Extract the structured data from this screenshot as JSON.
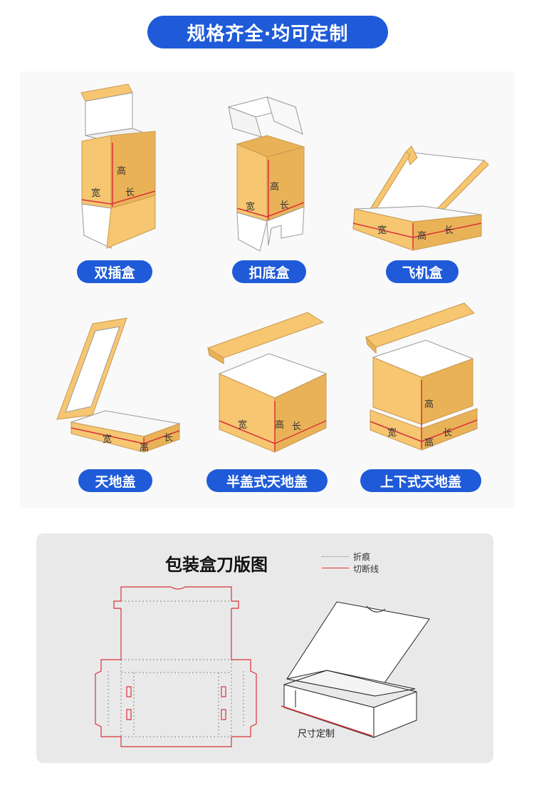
{
  "header": {
    "title": "规格齐全·均可定制"
  },
  "labels": {
    "width": "宽",
    "height": "高",
    "length": "长"
  },
  "boxes": [
    {
      "name": "双插盒"
    },
    {
      "name": "扣底盒"
    },
    {
      "name": "飞机盒"
    },
    {
      "name": "天地盖"
    },
    {
      "name": "半盖式天地盖"
    },
    {
      "name": "上下式天地盖"
    }
  ],
  "dieline": {
    "title": "包装盒刀版图",
    "legend_fold": "折痕",
    "legend_cut": "切断线",
    "size_note": "尺寸定制"
  },
  "colors": {
    "brand_blue": "#1f5bd8",
    "carton": "#f6c671",
    "carton_dark": "#eab257",
    "cut_red": "#d9323a"
  }
}
